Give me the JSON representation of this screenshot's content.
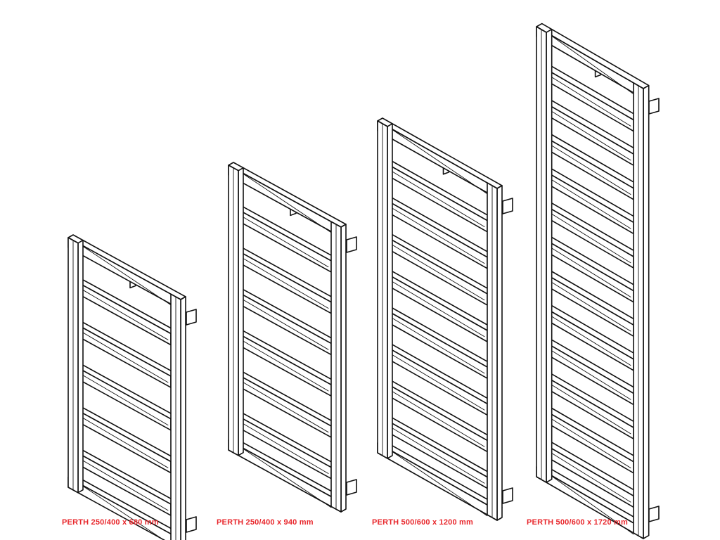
{
  "colors": {
    "line": "#111111",
    "caption": "#e8262b",
    "background": "#ffffff"
  },
  "models": [
    {
      "label": "PERTH 250/400 x 680 mm",
      "bars": 5
    },
    {
      "label": "PERTH 250/400 x 940 mm",
      "bars": 6
    },
    {
      "label": "PERTH 500/600 x 1200 mm",
      "bars": 8
    },
    {
      "label": "PERTH 500/600 x 1720 mm",
      "bars": 12
    }
  ]
}
